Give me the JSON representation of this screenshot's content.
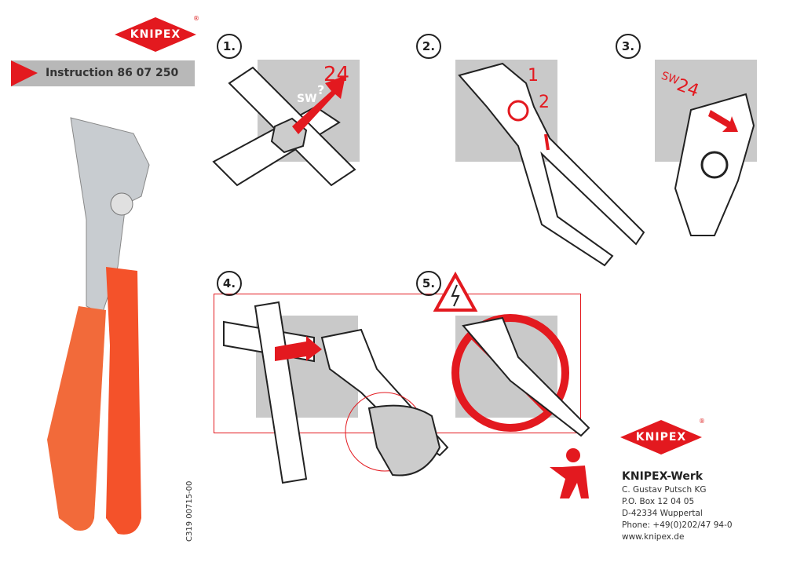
{
  "brand": {
    "logo_text": "KNIPEX",
    "registered": "®",
    "red": "#e3191f",
    "gray": "#c9c9c9"
  },
  "header": {
    "instruction": "Instruction 86 07 250"
  },
  "side_code": "C319 00715-00",
  "steps": [
    {
      "number": "1.",
      "labels": {
        "size": "24",
        "sw": "SW",
        "question": "?"
      }
    },
    {
      "number": "2.",
      "labels": {
        "one": "1",
        "two": "2"
      }
    },
    {
      "number": "3.",
      "labels": {
        "sw": "SW",
        "size": "24"
      }
    },
    {
      "number": "4."
    },
    {
      "number": "5."
    }
  ],
  "address": {
    "company": "KNIPEX-Werk",
    "lines": [
      "C. Gustav Putsch KG",
      "P.O. Box 12 04 05",
      "D-42334 Wuppertal",
      "Phone: +49(0)202/47 94-0",
      "www.knipex.de"
    ]
  }
}
